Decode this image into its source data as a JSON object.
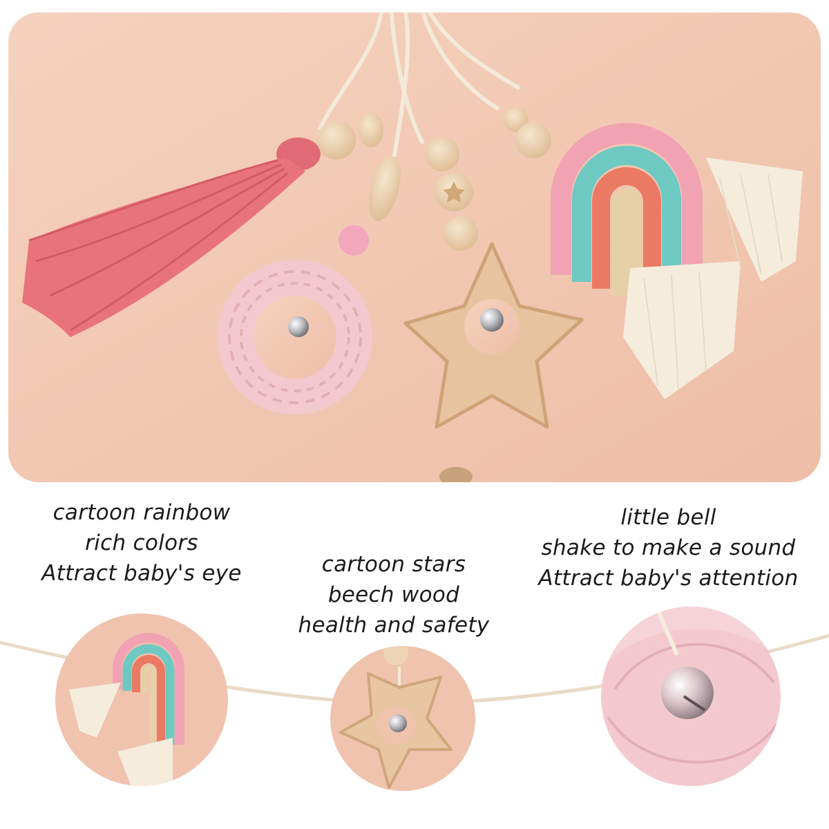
{
  "captions": {
    "left": [
      "cartoon rainbow",
      "rich colors",
      "Attract baby's eye"
    ],
    "middle": [
      "cartoon stars",
      "beech wood",
      "health and safety"
    ],
    "right": [
      "little bell",
      "shake to make a sound",
      "Attract baby's attention"
    ]
  },
  "colors": {
    "background": "#f2c8b2",
    "tassel": "#e9737d",
    "ring": "#f3c9cf",
    "wood": "#e7c49f",
    "rainbow_pink": "#f2a3b3",
    "rainbow_teal": "#6fc9c3",
    "rainbow_coral": "#ea7a63",
    "rainbow_beige": "#e7cfa7",
    "cream": "#f5ecdc",
    "bell": "#c9c9cc"
  },
  "icons": [
    "tassel-icon",
    "crochet-ring-icon",
    "wooden-star-icon",
    "macrame-rainbow-icon",
    "bell-icon"
  ]
}
